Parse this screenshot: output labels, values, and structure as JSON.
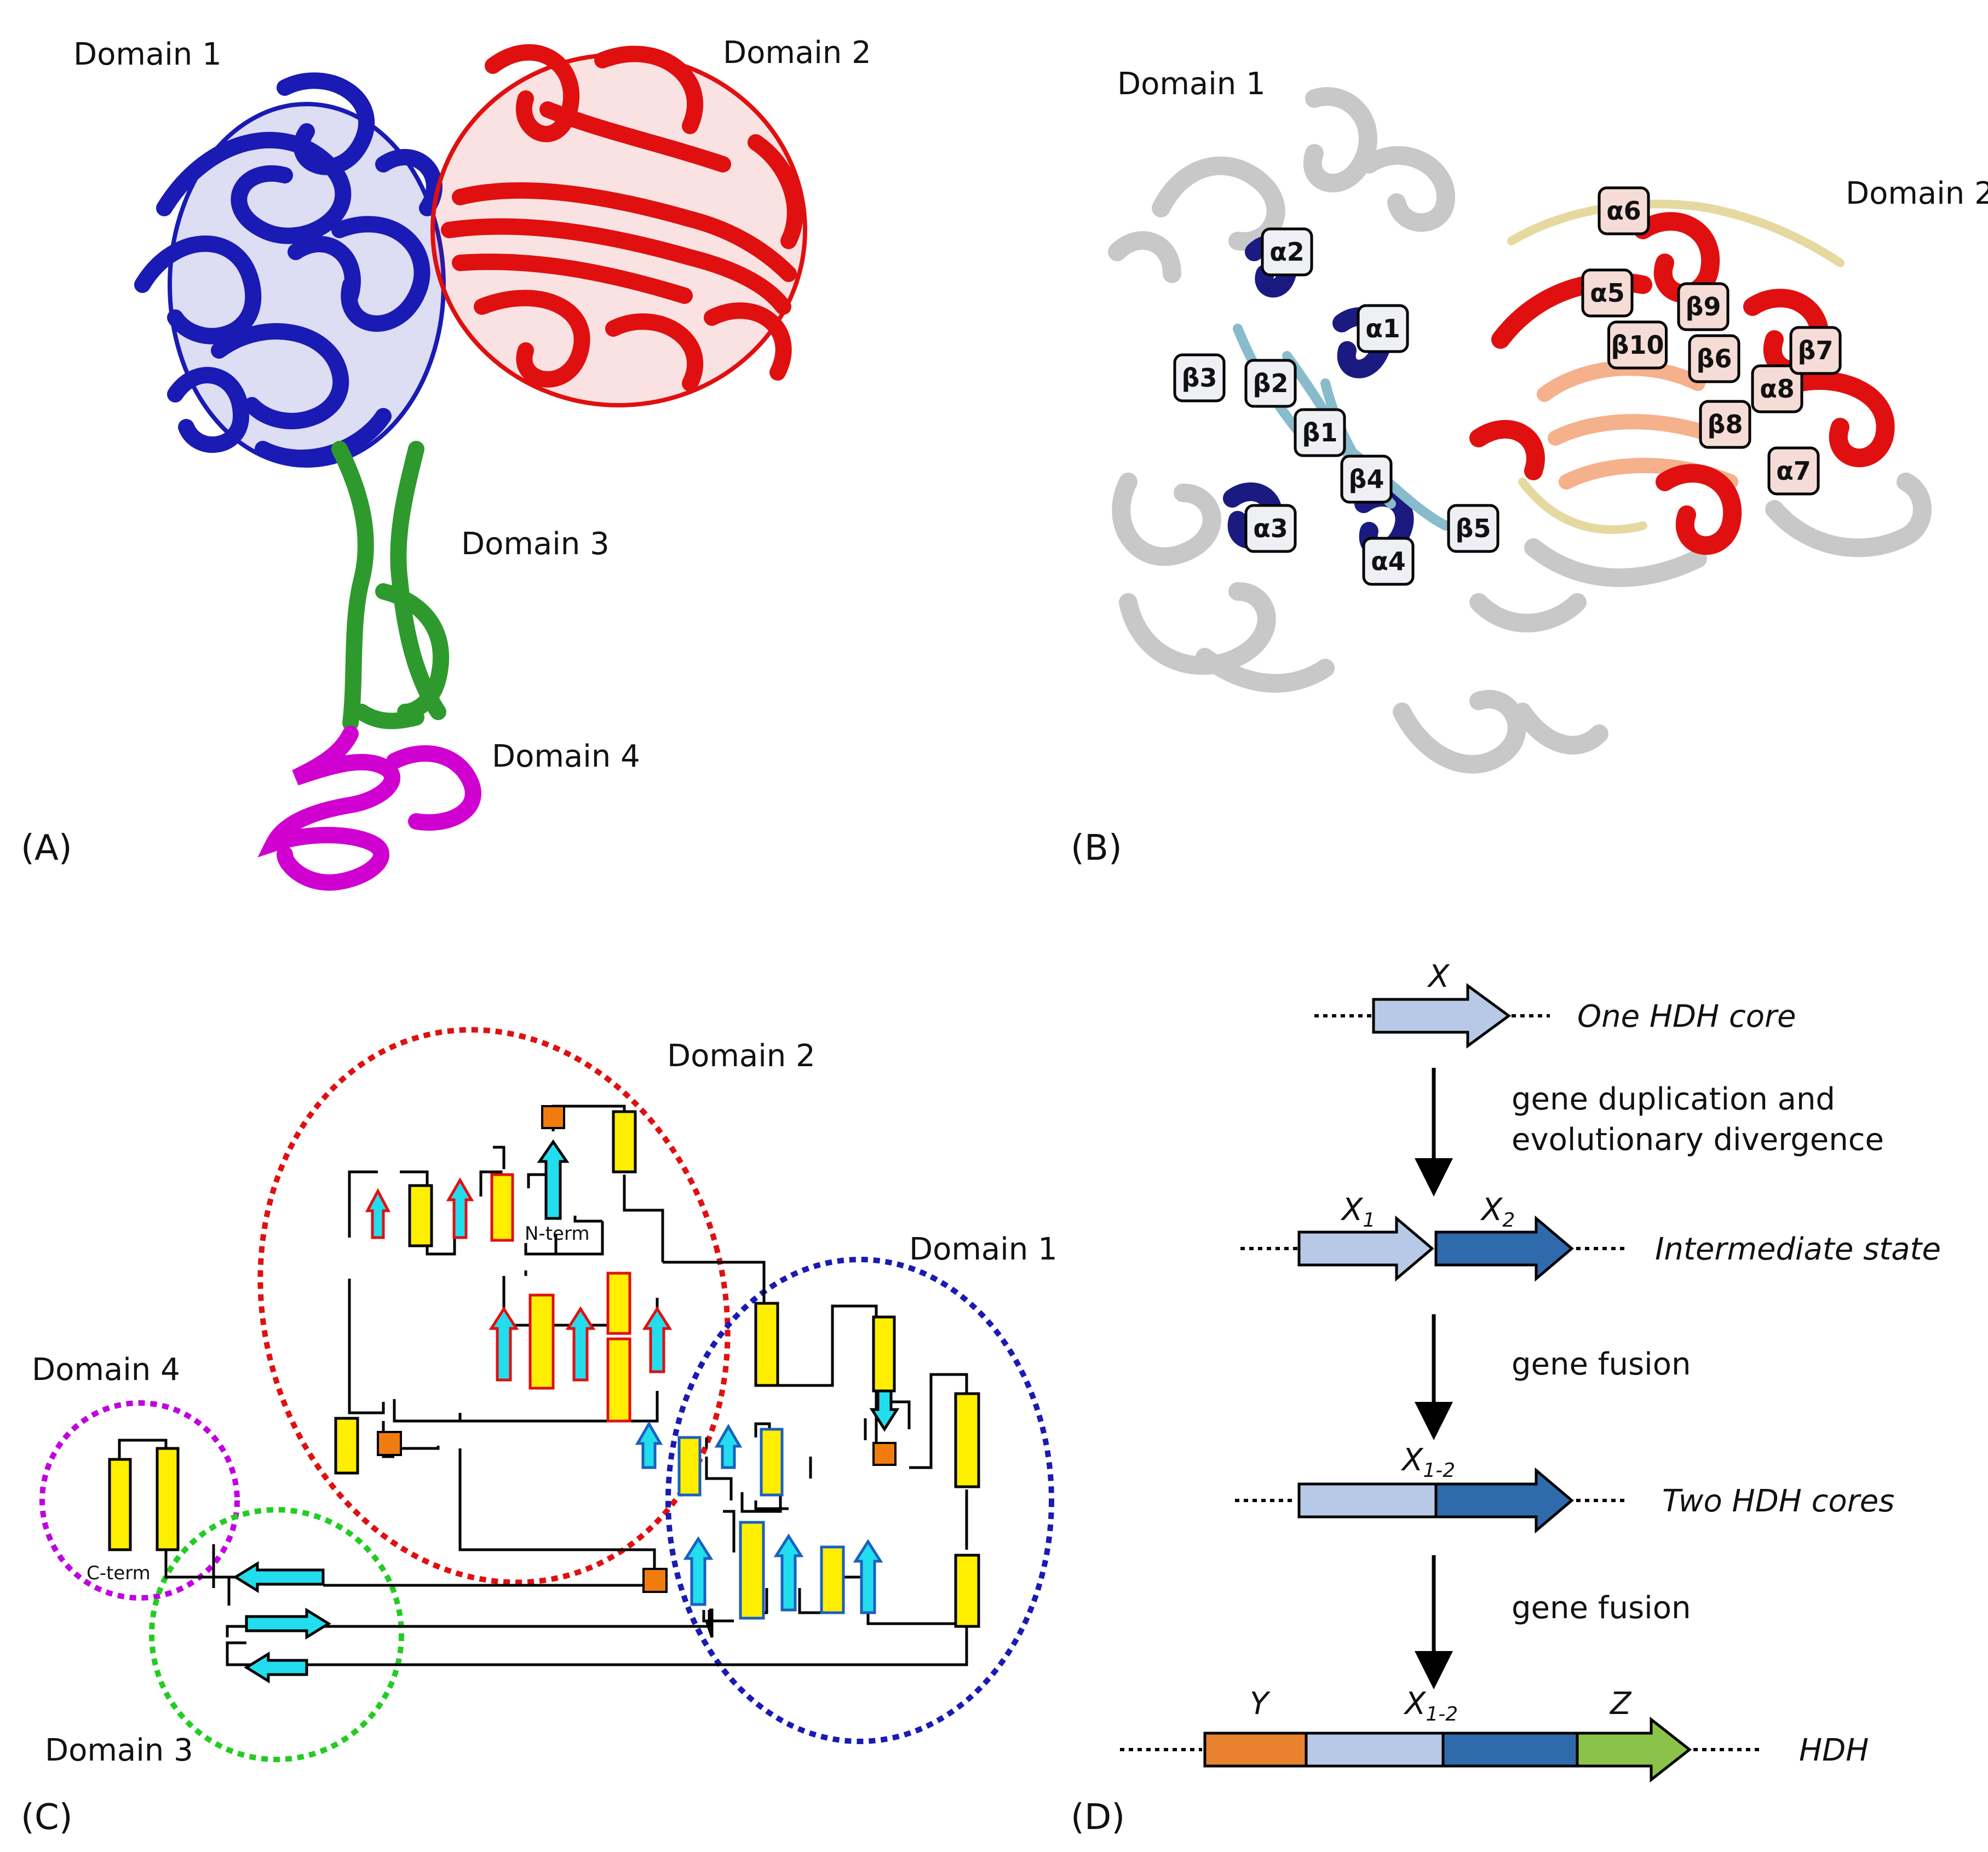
{
  "panels": {
    "a": {
      "letter": "(A)",
      "domain1": "Domain 1",
      "domain2": "Domain 2",
      "domain3": "Domain 3",
      "domain4": "Domain 4"
    },
    "b": {
      "letter": "(B)",
      "domain1": "Domain 1",
      "domain2": "Domain 2",
      "tags": [
        "α1",
        "α2",
        "α3",
        "α4",
        "β1",
        "β2",
        "β3",
        "β4",
        "β5",
        "α5",
        "α6",
        "α7",
        "α8",
        "β6",
        "β7",
        "β8",
        "β9",
        "β10"
      ]
    },
    "c": {
      "letter": "(C)",
      "domain1": "Domain 1",
      "domain2": "Domain 2",
      "domain3": "Domain 3",
      "domain4": "Domain 4",
      "nterm": "N-term",
      "cterm": "C-term"
    },
    "d": {
      "letter": "(D)",
      "x": "X",
      "x1": "X",
      "x1_sub": "1",
      "x2": "X",
      "x2_sub": "2",
      "x12": "X",
      "x12_sub": "1-2",
      "x12b": "X",
      "x12b_sub": "1-2",
      "y": "Y",
      "z": "Z",
      "one_core": "One HDH core",
      "dup_line1": "gene duplication and",
      "dup_line2": "evolutionary divergence",
      "intermediate": "Intermediate state",
      "fusion1": "gene fusion",
      "two_cores": "Two HDH cores",
      "fusion2": "gene fusion",
      "hdh": "HDH"
    }
  },
  "colors": {
    "domain1": "#1a1ab4",
    "domain2": "#e01010",
    "domain3": "#2e9a2e",
    "domain4": "#d000d0",
    "helix": "#ffee00",
    "strand": "#22ddee",
    "turn": "#f07c10",
    "x_light": "#b7c9e6",
    "x_dark": "#2f6aad",
    "y_orange": "#e8822e",
    "z_green": "#8bc34a"
  }
}
